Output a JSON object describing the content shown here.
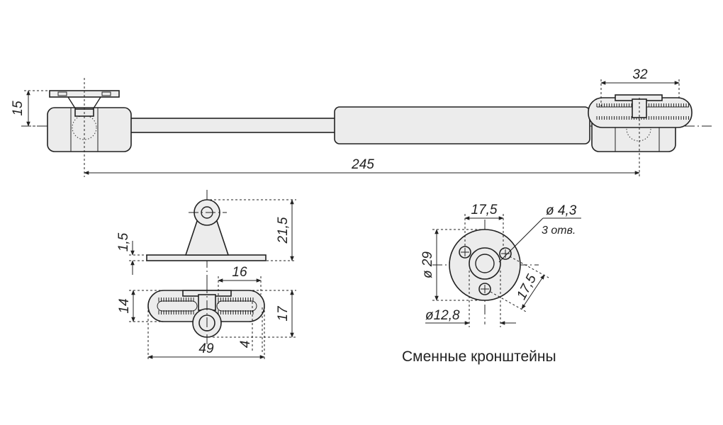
{
  "dimensions": {
    "top_bracket_height": "15",
    "end_bracket_width": "32",
    "overall_length": "245",
    "plate_thickness": "1,5",
    "bracket_height": "21,5",
    "slot_length": "16",
    "base_height_14": "14",
    "base_height_17": "17",
    "slot_offset": "4",
    "base_length": "49",
    "flange_width": "17,5",
    "hole_diameter": "ø 4,3",
    "hole_count": "3 отв.",
    "flange_diameter": "ø 29",
    "hole_spacing": "17,5",
    "center_diameter": "ø12,8"
  },
  "caption": "Сменные кронштейны"
}
